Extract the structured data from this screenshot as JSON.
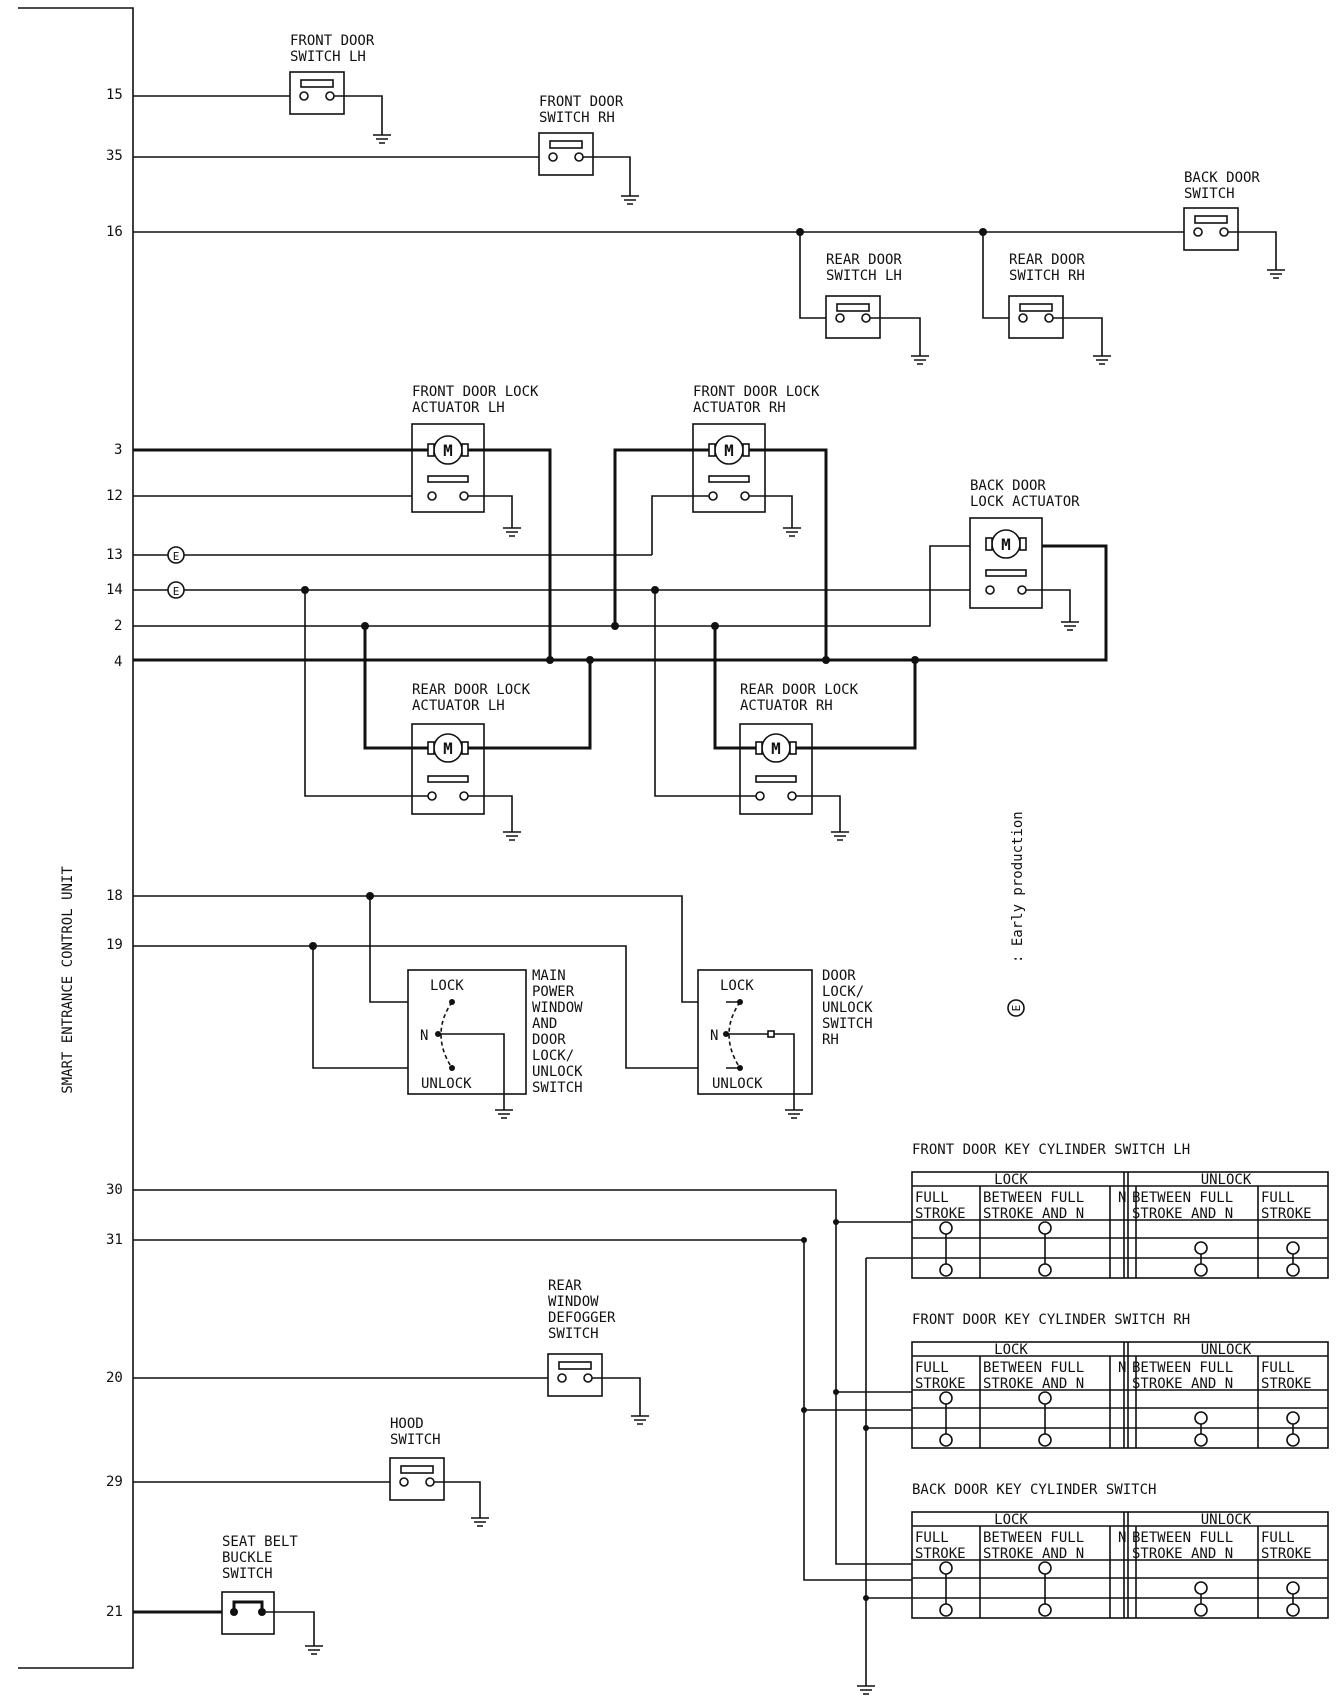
{
  "control_unit": {
    "label": "SMART ENTRANCE CONTROL UNIT"
  },
  "note": {
    "symbol": "E",
    "text": ": Early production"
  },
  "pins": {
    "p15": "15",
    "p35": "35",
    "p16": "16",
    "p3": "3",
    "p12": "12",
    "p13": "13",
    "p14": "14",
    "p2": "2",
    "p4": "4",
    "p18": "18",
    "p19": "19",
    "p30": "30",
    "p31": "31",
    "p20": "20",
    "p29": "29",
    "p21": "21"
  },
  "components": {
    "front_door_switch_lh": [
      "FRONT DOOR",
      "SWITCH LH"
    ],
    "front_door_switch_rh": [
      "FRONT DOOR",
      "SWITCH RH"
    ],
    "back_door_switch": [
      "BACK DOOR",
      "SWITCH"
    ],
    "rear_door_switch_lh": [
      "REAR DOOR",
      "SWITCH LH"
    ],
    "rear_door_switch_rh": [
      "REAR DOOR",
      "SWITCH RH"
    ],
    "front_door_lock_actuator_lh": [
      "FRONT DOOR LOCK",
      "ACTUATOR LH"
    ],
    "front_door_lock_actuator_rh": [
      "FRONT DOOR LOCK",
      "ACTUATOR RH"
    ],
    "back_door_lock_actuator": [
      "BACK DOOR",
      "LOCK ACTUATOR"
    ],
    "rear_door_lock_actuator_lh": [
      "REAR DOOR LOCK",
      "ACTUATOR LH"
    ],
    "rear_door_lock_actuator_rh": [
      "REAR DOOR LOCK",
      "ACTUATOR RH"
    ],
    "main_power_window_switch": [
      "MAIN",
      "POWER",
      "WINDOW",
      "AND",
      "DOOR",
      "LOCK/",
      "UNLOCK",
      "SWITCH"
    ],
    "door_lock_unlock_switch_rh": [
      "DOOR",
      "LOCK/",
      "UNLOCK",
      "SWITCH",
      "RH"
    ],
    "rear_window_defogger_switch": [
      "REAR",
      "WINDOW",
      "DEFOGGER",
      "SWITCH"
    ],
    "hood_switch": [
      "HOOD",
      "SWITCH"
    ],
    "seat_belt_buckle_switch": [
      "SEAT BELT",
      "BUCKLE",
      "SWITCH"
    ]
  },
  "motor_symbol": "M",
  "switch_positions": {
    "lock": "LOCK",
    "n": "N",
    "unlock": "UNLOCK"
  },
  "key_cylinder_tables": [
    {
      "title": "FRONT DOOR KEY CYLINDER SWITCH LH"
    },
    {
      "title": "FRONT DOOR KEY CYLINDER SWITCH RH"
    },
    {
      "title": "BACK DOOR KEY CYLINDER SWITCH"
    }
  ],
  "table_headers": {
    "lock": "LOCK",
    "unlock": "UNLOCK",
    "n": "N",
    "full_1": "FULL",
    "full_2": "STROKE",
    "between_1": "BETWEEN FULL",
    "between_2": "STROKE AND N"
  }
}
